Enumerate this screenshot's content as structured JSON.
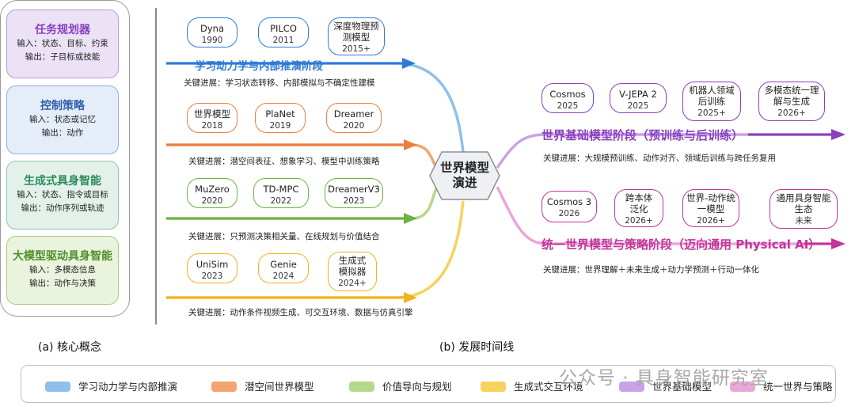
{
  "concepts": [
    {
      "title": "任务规划器",
      "line1": "输入：状态、目标、约束",
      "line2": "输出：子目标或技能",
      "bg": "#ece2f6",
      "border": "#b79ad9",
      "title_color": "#8a3fbf"
    },
    {
      "title": "控制策略",
      "line1": "输入：状态或记忆",
      "line2": "输出：动作",
      "bg": "#e4edf8",
      "border": "#8fb0da",
      "title_color": "#2f5fa8"
    },
    {
      "title": "生成式具身智能",
      "line1": "输入：状态、指令或目标",
      "line2": "输出：动作序列或轨迹",
      "bg": "#e3f1ea",
      "border": "#8cc7a8",
      "title_color": "#2c8a5b"
    },
    {
      "title": "大模型驱动具身智能",
      "line1": "输入：多模态信息",
      "line2": "输出：动作与决策",
      "bg": "#eaf3de",
      "border": "#a9cc80",
      "title_color": "#4f8f2a"
    }
  ],
  "captions": {
    "left": "(a) 核心概念",
    "right": "(b) 发展时间线"
  },
  "hub": {
    "line1": "世界模型",
    "line2": "演进"
  },
  "stages": [
    {
      "title": "学习动力学与内部推演阶段",
      "progress": "关键进展：学习状态转移、内部模拟与不确定性建模",
      "color": "#2f7ad6",
      "items": [
        {
          "name": "Dyna",
          "year": "1990"
        },
        {
          "name": "PILCO",
          "year": "2011"
        },
        {
          "name": "深度物理预测模型",
          "year": "2015+"
        }
      ]
    },
    {
      "title": "",
      "progress": "关键进展：潜空间表征、想象学习、模型中训练策略",
      "color": "#ec7d3a",
      "items": [
        {
          "name": "世界模型",
          "year": "2018"
        },
        {
          "name": "PlaNet",
          "year": "2019"
        },
        {
          "name": "Dreamer",
          "year": "2020"
        }
      ]
    },
    {
      "title": "",
      "progress": "关键进展：只预测决策相关量、在线规划与价值结合",
      "color": "#6cb341",
      "items": [
        {
          "name": "MuZero",
          "year": "2020"
        },
        {
          "name": "TD-MPC",
          "year": "2022"
        },
        {
          "name": "DreamerV3",
          "year": "2023"
        }
      ]
    },
    {
      "title": "",
      "progress": "关键进展：动作条件视频生成、可交互环境、数据与仿真引擎",
      "color": "#f2b21d",
      "items": [
        {
          "name": "UniSim",
          "year": "2023"
        },
        {
          "name": "Genie",
          "year": "2024"
        },
        {
          "name": "生成式模拟器",
          "year": "2024+"
        }
      ]
    },
    {
      "title": "世界基础模型阶段（预训练与后训练）",
      "progress": "关键进展：大规模预训练、动作对齐、领域后训练与跨任务复用",
      "color": "#8a3fbf",
      "items": [
        {
          "name": "Cosmos",
          "year": "2025"
        },
        {
          "name": "V-JEPA 2",
          "year": "2025"
        },
        {
          "name": "机器人领域后训练",
          "year": "2025+"
        },
        {
          "name": "多模态统一理解与生成",
          "year": "2026+"
        }
      ]
    },
    {
      "title": "统一世界模型与策略阶段（迈向通用 Physical AI）",
      "progress": "关键进展：世界理解＋未来生成＋动力学预测＋行动一体化",
      "color": "#c2349a",
      "items": [
        {
          "name": "Cosmos 3",
          "year": "2026"
        },
        {
          "name": "跨本体泛化",
          "year": "2026+"
        },
        {
          "name": "世界-动作统一模型",
          "year": "2026+"
        },
        {
          "name": "通用具身智能生态",
          "year": "未来"
        }
      ]
    }
  ],
  "legend": [
    {
      "label": "学习动力学与内部推演",
      "color": "#8ec0ea"
    },
    {
      "label": "潜空间世界模型",
      "color": "#f4a46e"
    },
    {
      "label": "价值导向与规划",
      "color": "#b3d98a"
    },
    {
      "label": "生成式交互环境",
      "color": "#f7d25c"
    },
    {
      "label": "世界基础模型",
      "color": "#c9a2e6"
    },
    {
      "label": "统一世界与策略",
      "color": "#eaa6d8"
    }
  ],
  "watermark": "公众号 · 具身智能研究室"
}
